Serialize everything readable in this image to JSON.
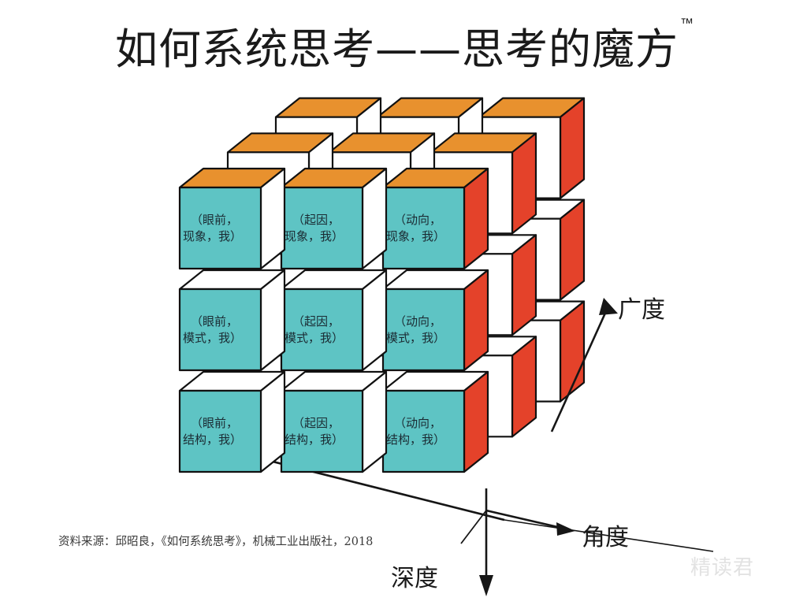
{
  "header": {
    "title": "如何系统思考——思考的魔方",
    "trademark": "™"
  },
  "diagram": {
    "type": "3d-exploded-rubiks-cube",
    "grid": {
      "columns": 3,
      "rows": 3,
      "layers": 3
    },
    "colors": {
      "front_face": "#5ec4c4",
      "top_face": "#e8912e",
      "side_face": "#e4422a",
      "hidden_face": "#ffffff",
      "outline": "#111111",
      "label_text": "#1b2b33"
    },
    "dimension_names": {
      "columns": "角度",
      "rows": "深度",
      "layers": "广度"
    },
    "column_values": [
      "眼前",
      "起因",
      "动向"
    ],
    "row_values": [
      "现象",
      "模式",
      "结构"
    ],
    "person_value": "我",
    "cells": [
      {
        "row": 0,
        "col": 0,
        "line1": "（眼前，",
        "line2": "现象，我）"
      },
      {
        "row": 0,
        "col": 1,
        "line1": "（起因，",
        "line2": "现象，我）"
      },
      {
        "row": 0,
        "col": 2,
        "line1": "（动向，",
        "line2": "现象，我）"
      },
      {
        "row": 1,
        "col": 0,
        "line1": "（眼前，",
        "line2": "模式，我）"
      },
      {
        "row": 1,
        "col": 1,
        "line1": "（起因，",
        "line2": "模式，我）"
      },
      {
        "row": 1,
        "col": 2,
        "line1": "（动向，",
        "line2": "模式，我）"
      },
      {
        "row": 2,
        "col": 0,
        "line1": "（眼前，",
        "line2": "结构，我）"
      },
      {
        "row": 2,
        "col": 1,
        "line1": "（起因，",
        "line2": "结构，我）"
      },
      {
        "row": 2,
        "col": 2,
        "line1": "（动向，",
        "line2": "结构，我）"
      }
    ]
  },
  "axes": {
    "breadth": {
      "label": "广度",
      "direction": "up-right"
    },
    "angle": {
      "label": "角度",
      "direction": "right-down"
    },
    "depth": {
      "label": "深度",
      "direction": "down"
    }
  },
  "footer": {
    "source": "资料来源：邱昭良，《如何系统思考》，机械工业出版社，2018",
    "watermark": "精读君"
  }
}
